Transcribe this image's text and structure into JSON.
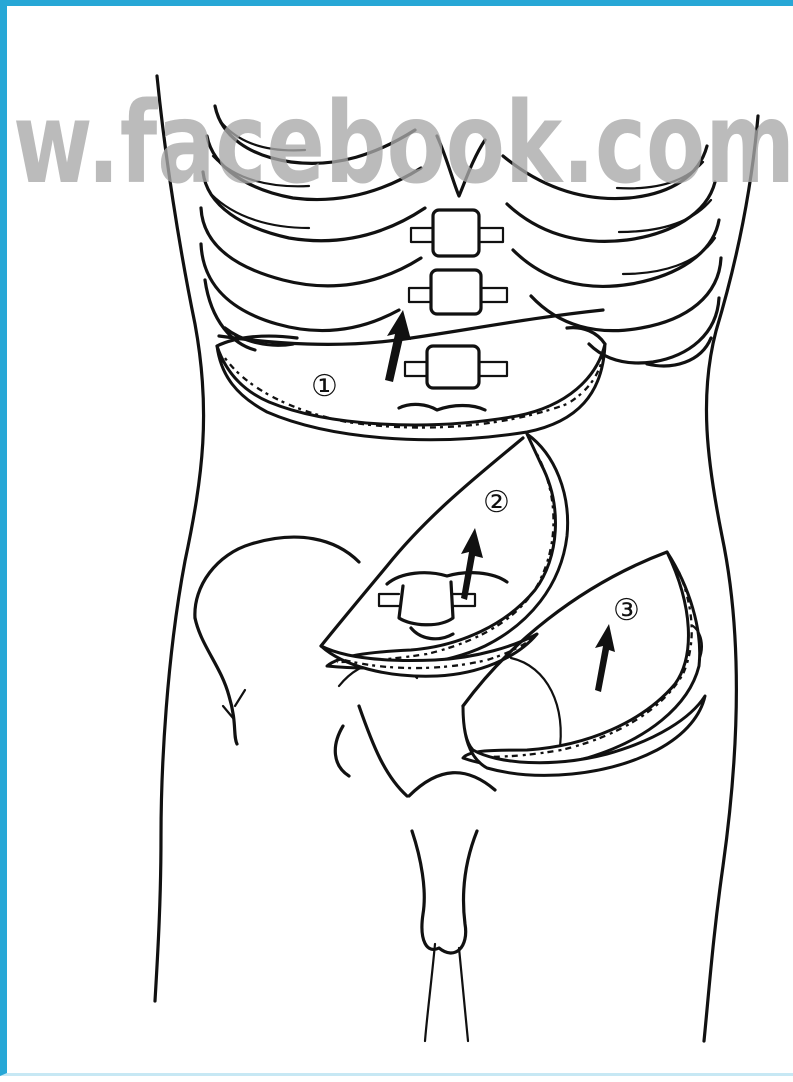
{
  "watermark": "w.facebook.com",
  "labels": {
    "one": "①",
    "two": "②",
    "three": "③"
  },
  "colors": {
    "frame": "#27a7d6",
    "ink": "#111111",
    "watermark": "#a9a9a9"
  }
}
